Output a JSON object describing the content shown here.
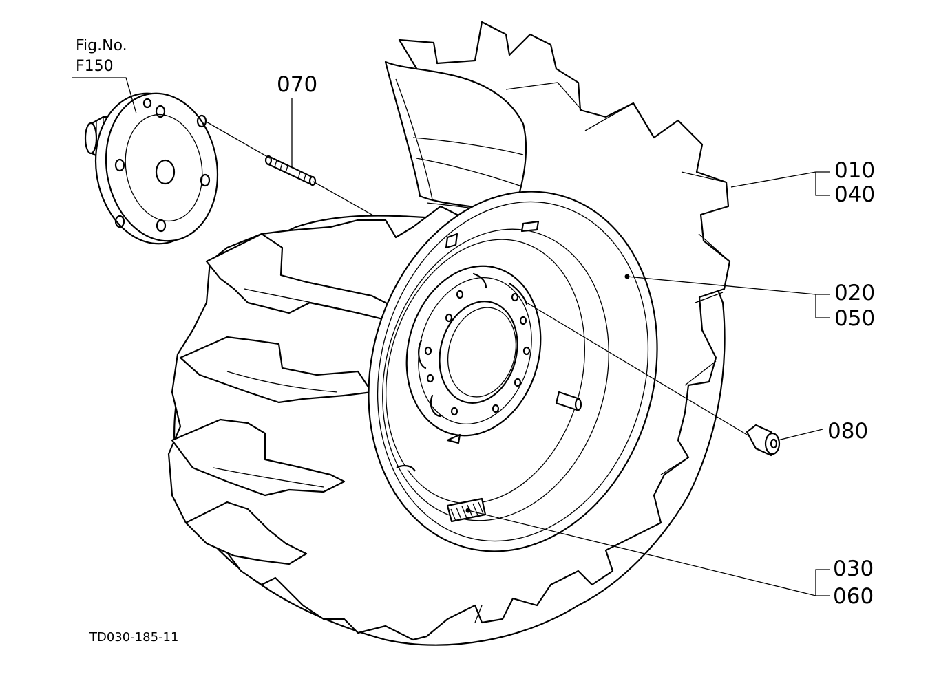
{
  "figure": {
    "fig_no_label": "Fig.No.",
    "fig_no_value": "F150",
    "drawing_id": "TD030-185-11"
  },
  "callouts": [
    {
      "id": "070",
      "label": "070"
    },
    {
      "id": "010",
      "label": "010"
    },
    {
      "id": "040",
      "label": "040"
    },
    {
      "id": "020",
      "label": "020"
    },
    {
      "id": "050",
      "label": "050"
    },
    {
      "id": "080",
      "label": "080"
    },
    {
      "id": "030",
      "label": "030"
    },
    {
      "id": "060",
      "label": "060"
    }
  ]
}
